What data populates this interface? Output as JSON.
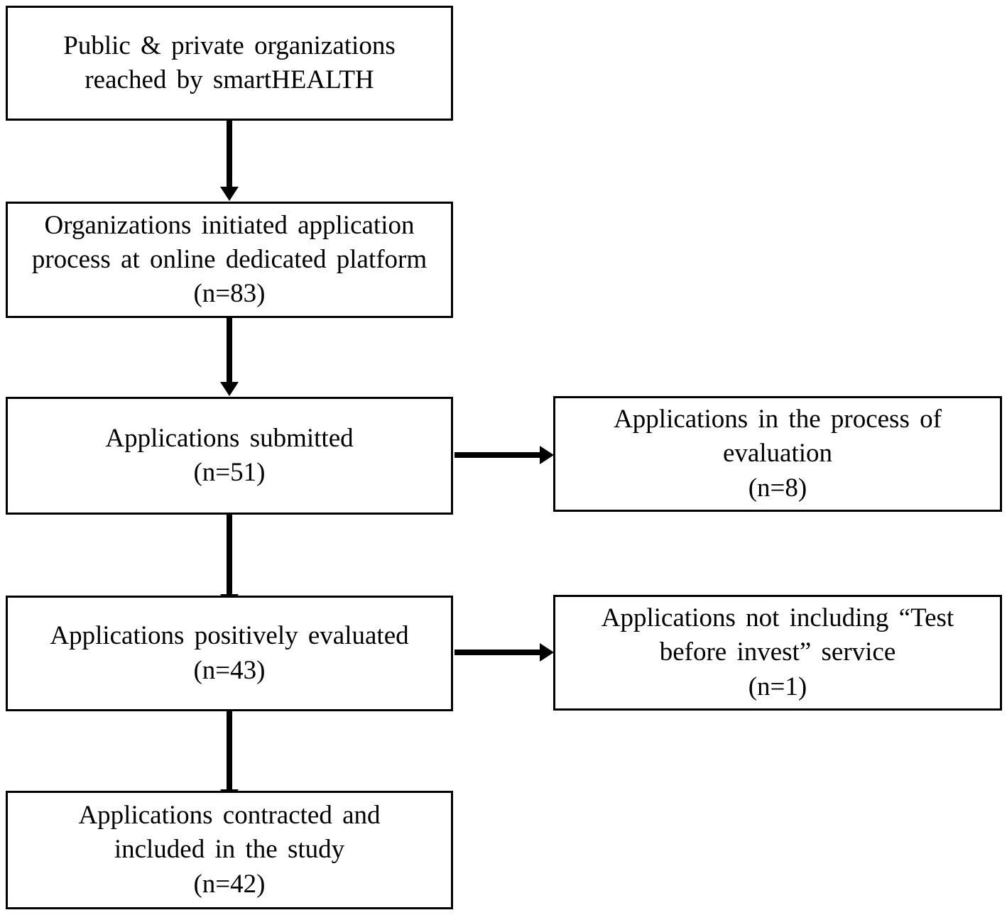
{
  "diagram": {
    "type": "flowchart",
    "orientation": "top-to-bottom with side exclusions",
    "nodes": [
      {
        "id": "reached",
        "lines": [
          "Public & private organizations",
          "reached by smartHEALTH"
        ],
        "count": null,
        "column": "main"
      },
      {
        "id": "initiated",
        "lines": [
          "Organizations initiated application",
          "process at online dedicated platform",
          "(n=83)"
        ],
        "count": "(n=83)",
        "column": "main"
      },
      {
        "id": "submitted",
        "lines": [
          "Applications  submitted",
          "(n=51)"
        ],
        "count": "(n=51)",
        "column": "main"
      },
      {
        "id": "in-evaluation",
        "lines": [
          "Applications  in the process  of",
          "evaluation",
          "(n=8)"
        ],
        "count": "(n=8)",
        "column": "side"
      },
      {
        "id": "positively-evaluated",
        "lines": [
          "Applications  positively evaluated",
          "(n=43)"
        ],
        "count": "(n=43)",
        "column": "main"
      },
      {
        "id": "not-including-test",
        "lines": [
          "Applications  not including “Test",
          "before invest” service",
          "(n=1)"
        ],
        "count": "(n=1)",
        "column": "side"
      },
      {
        "id": "contracted",
        "lines": [
          "Applications  contracted and",
          "included in the study",
          "(n=42)"
        ],
        "count": "(n=42)",
        "column": "main"
      }
    ],
    "edges": [
      {
        "id": "reached-to-initiated",
        "from": "reached",
        "to": "initiated",
        "direction": "down"
      },
      {
        "id": "initiated-to-submitted",
        "from": "initiated",
        "to": "submitted",
        "direction": "down"
      },
      {
        "id": "submitted-to-in-evaluation",
        "from": "submitted",
        "to": "in-evaluation",
        "direction": "right"
      },
      {
        "id": "submitted-to-positively-evaluated",
        "from": "submitted",
        "to": "positively-evaluated",
        "direction": "down"
      },
      {
        "id": "positively-evaluated-to-not-including-test",
        "from": "positively-evaluated",
        "to": "not-including-test",
        "direction": "right"
      },
      {
        "id": "positively-evaluated-to-contracted",
        "from": "positively-evaluated",
        "to": "contracted",
        "direction": "down"
      }
    ],
    "colors": {
      "stroke": "#000000",
      "fill": "#ffffff",
      "text": "#000000"
    }
  }
}
